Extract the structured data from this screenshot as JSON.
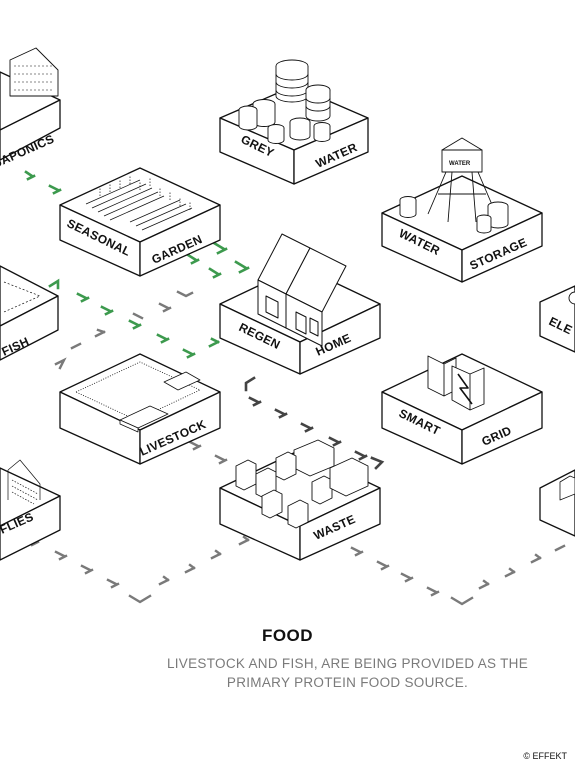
{
  "nodes": {
    "aquaponics": "AQUAPONICS",
    "grey": "GREY",
    "water": "WATER",
    "seasonal": "SEASONAL",
    "garden": "GARDEN",
    "water_storage_1": "WATER",
    "storage": "STORAGE",
    "fish": "FISH",
    "regen": "REGEN",
    "home": "HOME",
    "ele": "ELE",
    "livestock": "LIVESTOCK",
    "smart": "SMART",
    "grid": "GRID",
    "flies": "FLIES",
    "waste": "WASTE",
    "tower_label": "WATER"
  },
  "caption": {
    "title": "FOOD",
    "line1": "LIVESTOCK AND FISH, ARE BEING PROVIDED AS THE",
    "line2": "PRIMARY PROTEIN FOOD SOURCE."
  },
  "credit": "© EFFEKT",
  "colors": {
    "green_arrow": "#3d9a4e",
    "grey_arrow": "#7a7a7a",
    "dark_arrow": "#444444",
    "outline": "#111111"
  }
}
